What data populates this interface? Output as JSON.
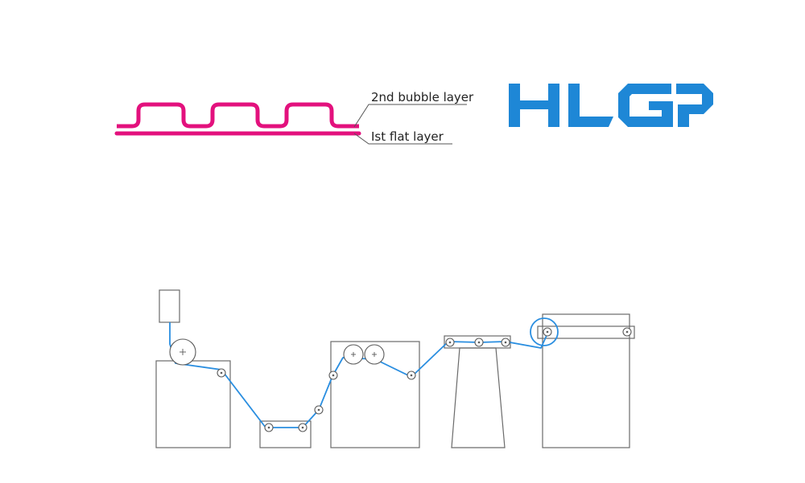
{
  "labels": {
    "bubble_layer": "2nd bubble layer",
    "flat_layer": "Ist flat layer"
  },
  "logo": {
    "text": "HLGP",
    "color": "#1e87d6"
  },
  "colors": {
    "film_layers": "#e3117d",
    "web_path": "#2a8ee0",
    "highlight": "#2a8ee0",
    "machine_outline": "#6a6a6a"
  },
  "icons": {
    "roller": "circle-with-crosshair",
    "small_roller": "small-circle-with-dot"
  }
}
